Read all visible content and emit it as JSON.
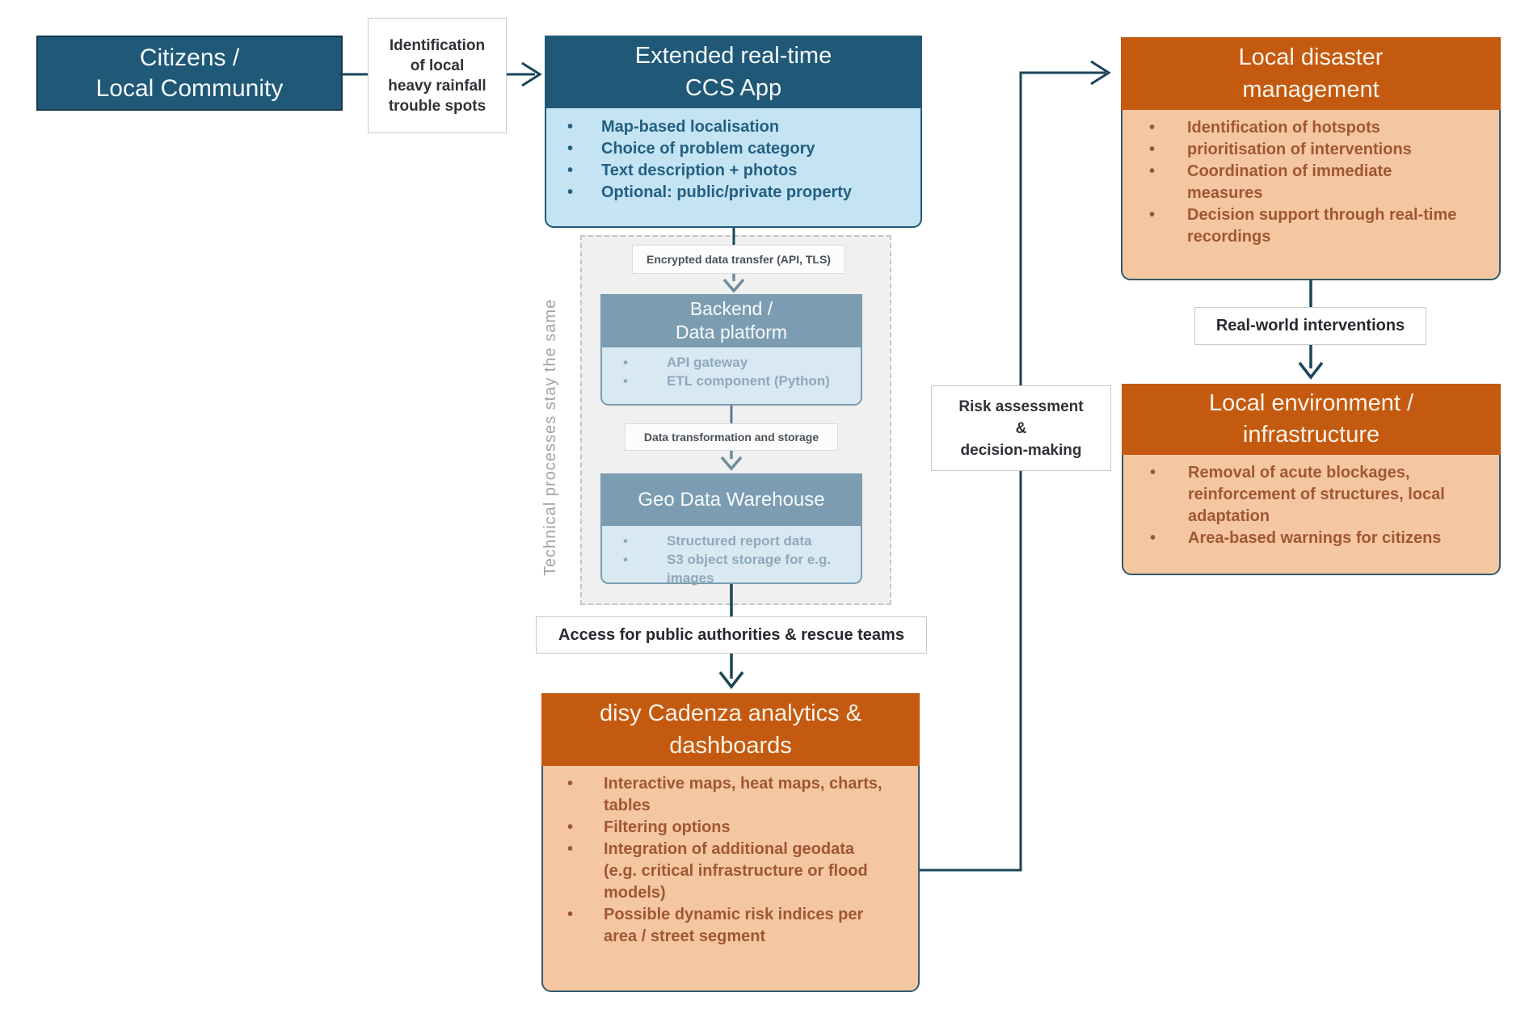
{
  "diagram": {
    "citizens": {
      "lines": [
        "Citizens /",
        "Local Community"
      ]
    },
    "identification_label": {
      "lines": [
        "Identification",
        "of local",
        "heavy rainfall",
        "trouble spots"
      ]
    },
    "ccs_app": {
      "title_lines": [
        "Extended real-time",
        "CCS App"
      ],
      "items": [
        "Map-based localisation",
        "Choice of problem category",
        "Text description + photos",
        "Optional: public/private property"
      ]
    },
    "technical_note": "Technical  processes stay the same",
    "encrypted_label": "Encrypted data transfer (API, TLS)",
    "backend": {
      "title_lines": [
        "Backend /",
        "Data platform"
      ],
      "items": [
        "API gateway",
        "ETL component (Python)"
      ]
    },
    "data_transformation_label": "Data transformation and storage",
    "geo_warehouse": {
      "title": "Geo Data Warehouse",
      "items": [
        "Structured report data",
        "S3 object storage for e.g. images"
      ]
    },
    "access_label": "Access for public authorities & rescue teams",
    "disy": {
      "title_lines": [
        "disy Cadenza analytics &",
        "dashboards"
      ],
      "items": [
        "Interactive maps, heat maps, charts, tables",
        "Filtering options",
        "Integration of additional geodata (e.g. critical infrastructure or flood models)",
        "Possible dynamic risk indices per area / street segment"
      ]
    },
    "risk_label": {
      "lines": [
        "Risk assessment",
        "&",
        "decision-making"
      ]
    },
    "disaster_mgmt": {
      "title_lines": [
        "Local disaster",
        "management"
      ],
      "items": [
        "Identification of hotspots",
        "prioritisation of interventions",
        "Coordination of immediate measures",
        "Decision support through real-time recordings"
      ]
    },
    "real_world_label": "Real-world interventions",
    "environment": {
      "title_lines": [
        "Local environment /",
        "infrastructure"
      ],
      "items": [
        "Removal of acute blockages, reinforcement of structures, local adaptation",
        "Area-based warnings for citizens"
      ]
    },
    "colors": {
      "dark_blue": "#205877",
      "light_blue": "#C4E3F3",
      "steel": "#7C9DB1",
      "steel_light": "#D8E9F2",
      "orange": "#C45A10",
      "orange_light": "#F5C7A1",
      "orange_text": "#9F5733",
      "arrow_dark": "#1B4558",
      "arrow_gray": "#6F8C9C",
      "slate_border": "#33596E"
    }
  }
}
